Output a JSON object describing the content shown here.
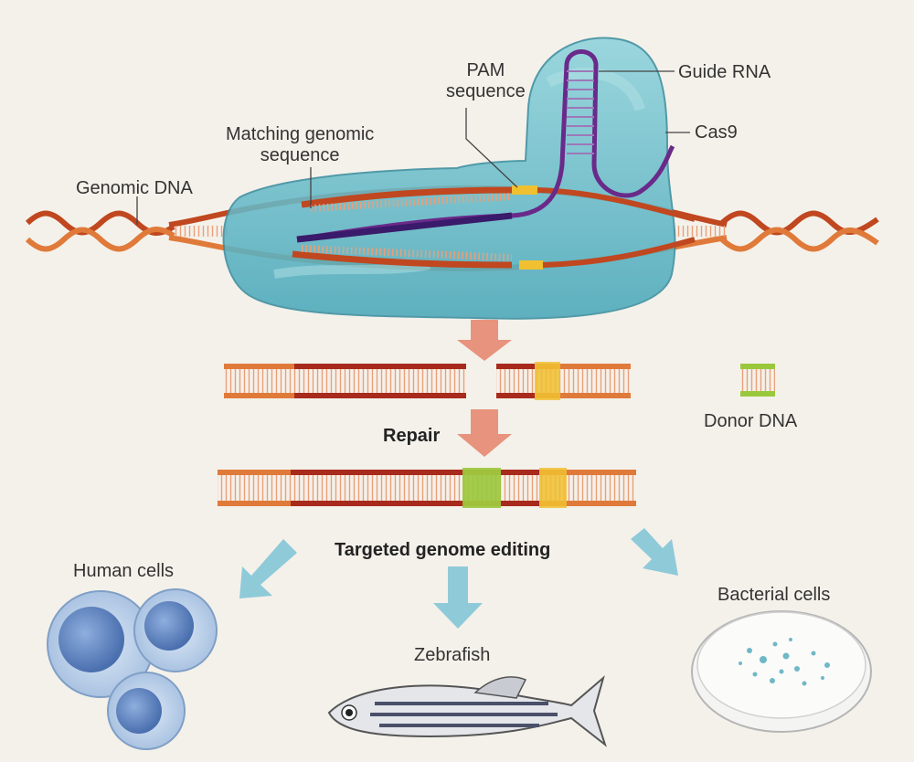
{
  "labels": {
    "pam_line1": "PAM",
    "pam_line2": "sequence",
    "guide_rna": "Guide RNA",
    "cas9": "Cas9",
    "matching_line1": "Matching genomic",
    "matching_line2": "sequence",
    "genomic_dna": "Genomic DNA",
    "donor_dna": "Donor DNA",
    "repair": "Repair",
    "targeted_editing": "Targeted genome editing",
    "human_cells": "Human cells",
    "zebrafish": "Zebrafish",
    "bacterial_cells": "Bacterial cells"
  },
  "colors": {
    "background": "#f4f1ea",
    "dna_strand": "#c0471f",
    "dna_rungs": "#e9a07a",
    "cas9_protein": "#6cc1cf",
    "guide_rna": "#6a2a8a",
    "pam_mark": "#f0c030",
    "donor_mark": "#9ac83c",
    "arrow_red": "#e5836a",
    "arrow_blue": "#7cc3d6"
  }
}
